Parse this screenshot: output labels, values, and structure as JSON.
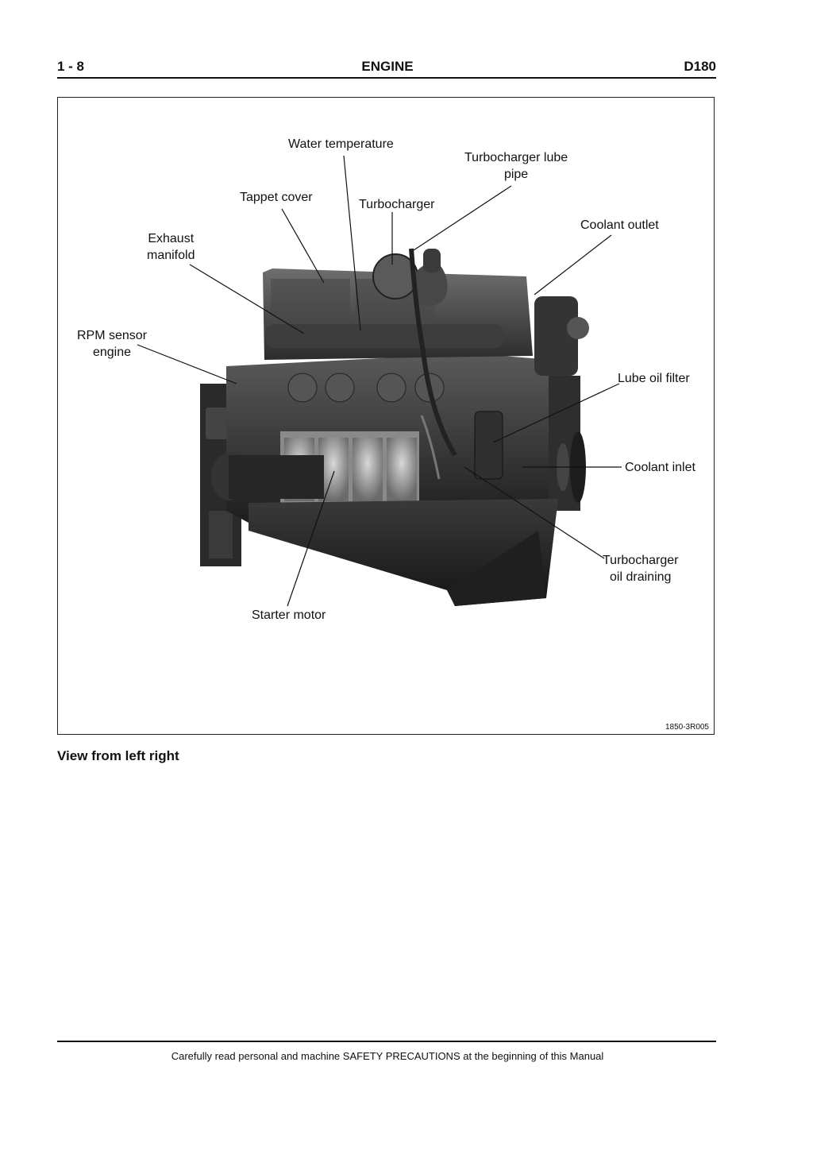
{
  "header": {
    "page_number": "1 - 8",
    "section": "ENGINE",
    "model": "D180"
  },
  "figure": {
    "labels": {
      "water_temperature": "Water temperature",
      "turbocharger_lube_pipe": "Turbocharger lube\npipe",
      "tappet_cover": "Tappet cover",
      "turbocharger": "Turbocharger",
      "coolant_outlet": "Coolant outlet",
      "exhaust_manifold": "Exhaust\nmanifold",
      "rpm_sensor_engine": "RPM sensor\nengine",
      "lube_oil_filter": "Lube oil filter",
      "coolant_inlet": "Coolant inlet",
      "turbocharger_oil_draining": "Turbocharger\noil draining",
      "starter_motor": "Starter motor"
    },
    "figure_id": "1850-3R005"
  },
  "caption": "View from left right",
  "footer": "Carefully read personal and machine SAFETY PRECAUTIONS at the beginning of this Manual"
}
